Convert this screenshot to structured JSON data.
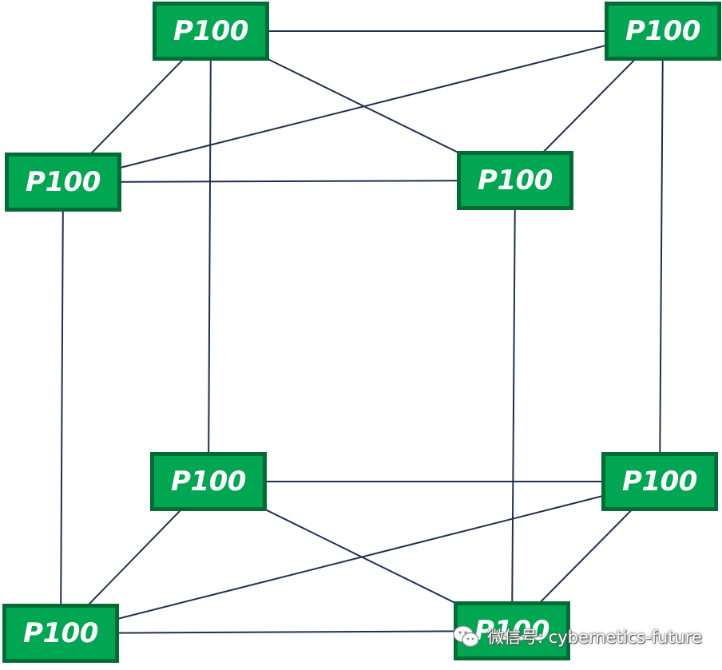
{
  "diagram": {
    "nodes": [
      {
        "id": "n0",
        "label": "P100"
      },
      {
        "id": "n1",
        "label": "P100"
      },
      {
        "id": "n2",
        "label": "P100"
      },
      {
        "id": "n3",
        "label": "P100"
      },
      {
        "id": "n4",
        "label": "P100"
      },
      {
        "id": "n5",
        "label": "P100"
      },
      {
        "id": "n6",
        "label": "P100"
      },
      {
        "id": "n7",
        "label": "P100"
      }
    ],
    "edges": [
      [
        "n0",
        "n1"
      ],
      [
        "n0",
        "n2"
      ],
      [
        "n0",
        "n3"
      ],
      [
        "n0",
        "n4"
      ],
      [
        "n1",
        "n2"
      ],
      [
        "n1",
        "n3"
      ],
      [
        "n1",
        "n5"
      ],
      [
        "n2",
        "n3"
      ],
      [
        "n2",
        "n6"
      ],
      [
        "n3",
        "n7"
      ],
      [
        "n4",
        "n5"
      ],
      [
        "n4",
        "n6"
      ],
      [
        "n4",
        "n7"
      ],
      [
        "n5",
        "n6"
      ],
      [
        "n5",
        "n7"
      ],
      [
        "n6",
        "n7"
      ]
    ],
    "colors": {
      "node_fill": "#00a651",
      "node_border": "#006b35",
      "edge": "#1f3050",
      "label": "#ffffff"
    }
  },
  "watermark": {
    "icon": "wechat-icon",
    "text": "微信号: cybernetics-future"
  }
}
